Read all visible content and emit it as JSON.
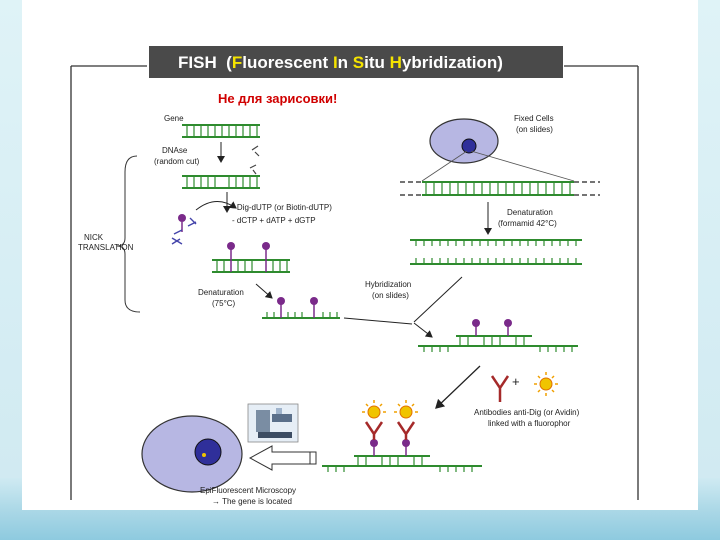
{
  "title": {
    "parts": [
      {
        "text": "FISH",
        "color": "#ffffff"
      },
      {
        "text": "  (",
        "color": "#ffffff"
      },
      {
        "text": "F",
        "color": "#f5e400"
      },
      {
        "text": "luorescent ",
        "color": "#ffffff"
      },
      {
        "text": "I",
        "color": "#f5e400"
      },
      {
        "text": "n ",
        "color": "#ffffff"
      },
      {
        "text": "S",
        "color": "#f5e400"
      },
      {
        "text": "itu ",
        "color": "#ffffff"
      },
      {
        "text": "H",
        "color": "#f5e400"
      },
      {
        "text": "ybridization)",
        "color": "#ffffff"
      }
    ]
  },
  "warning": "Не для зарисовки!",
  "labels": {
    "gene": "Gene",
    "dnase_1": "DNAse",
    "dnase_2": "(random cut)",
    "dig_dutp": "- Dig-dUTP (or Biotin-dUTP)",
    "nucleotides": "- dCTP + dATP + dGTP",
    "nick_1": "NICK",
    "nick_2": "TRANSLATION",
    "denat75_1": "Denaturation",
    "denat75_2": "(75°C)",
    "fixed_1": "Fixed Cells",
    "fixed_2": "(on slides)",
    "denat42_1": "Denaturation",
    "denat42_2": "(formamid 42°C)",
    "hyb_1": "Hybridization",
    "hyb_2": "(on slides)",
    "antibodies_1": "Antibodies anti-Dig (or Avidin)",
    "antibodies_2": "linked with a fluorophor",
    "plus": "+",
    "micro_1": "EpiFluorescent Microscopy",
    "micro_2": "→ The gene is located"
  },
  "colors": {
    "title_bg": "#4a4a4a",
    "dna": "#2e8b2e",
    "probe": "#7a2a8a",
    "cell": "#b7b7e3",
    "nucleus": "#2f2f9a",
    "antibody": "#a52a2a",
    "fluor": "#f0c400",
    "warning": "#d00000"
  }
}
